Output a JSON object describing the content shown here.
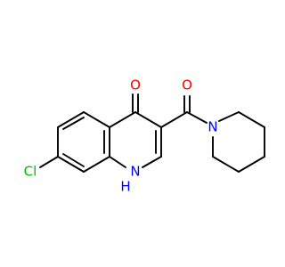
{
  "molecule": {
    "atoms": {
      "O1": {
        "symbol": "O",
        "color": "#ff0000"
      },
      "O2": {
        "symbol": "O",
        "color": "#ff0000"
      },
      "N_pip": {
        "symbol": "N",
        "color": "#0000ff"
      },
      "Cl": {
        "symbol": "Cl",
        "color": "#00bb00"
      },
      "NH_N": {
        "symbol": "N",
        "color": "#0000ff"
      },
      "NH_H": {
        "symbol": "H",
        "color": "#0000ff"
      }
    }
  }
}
